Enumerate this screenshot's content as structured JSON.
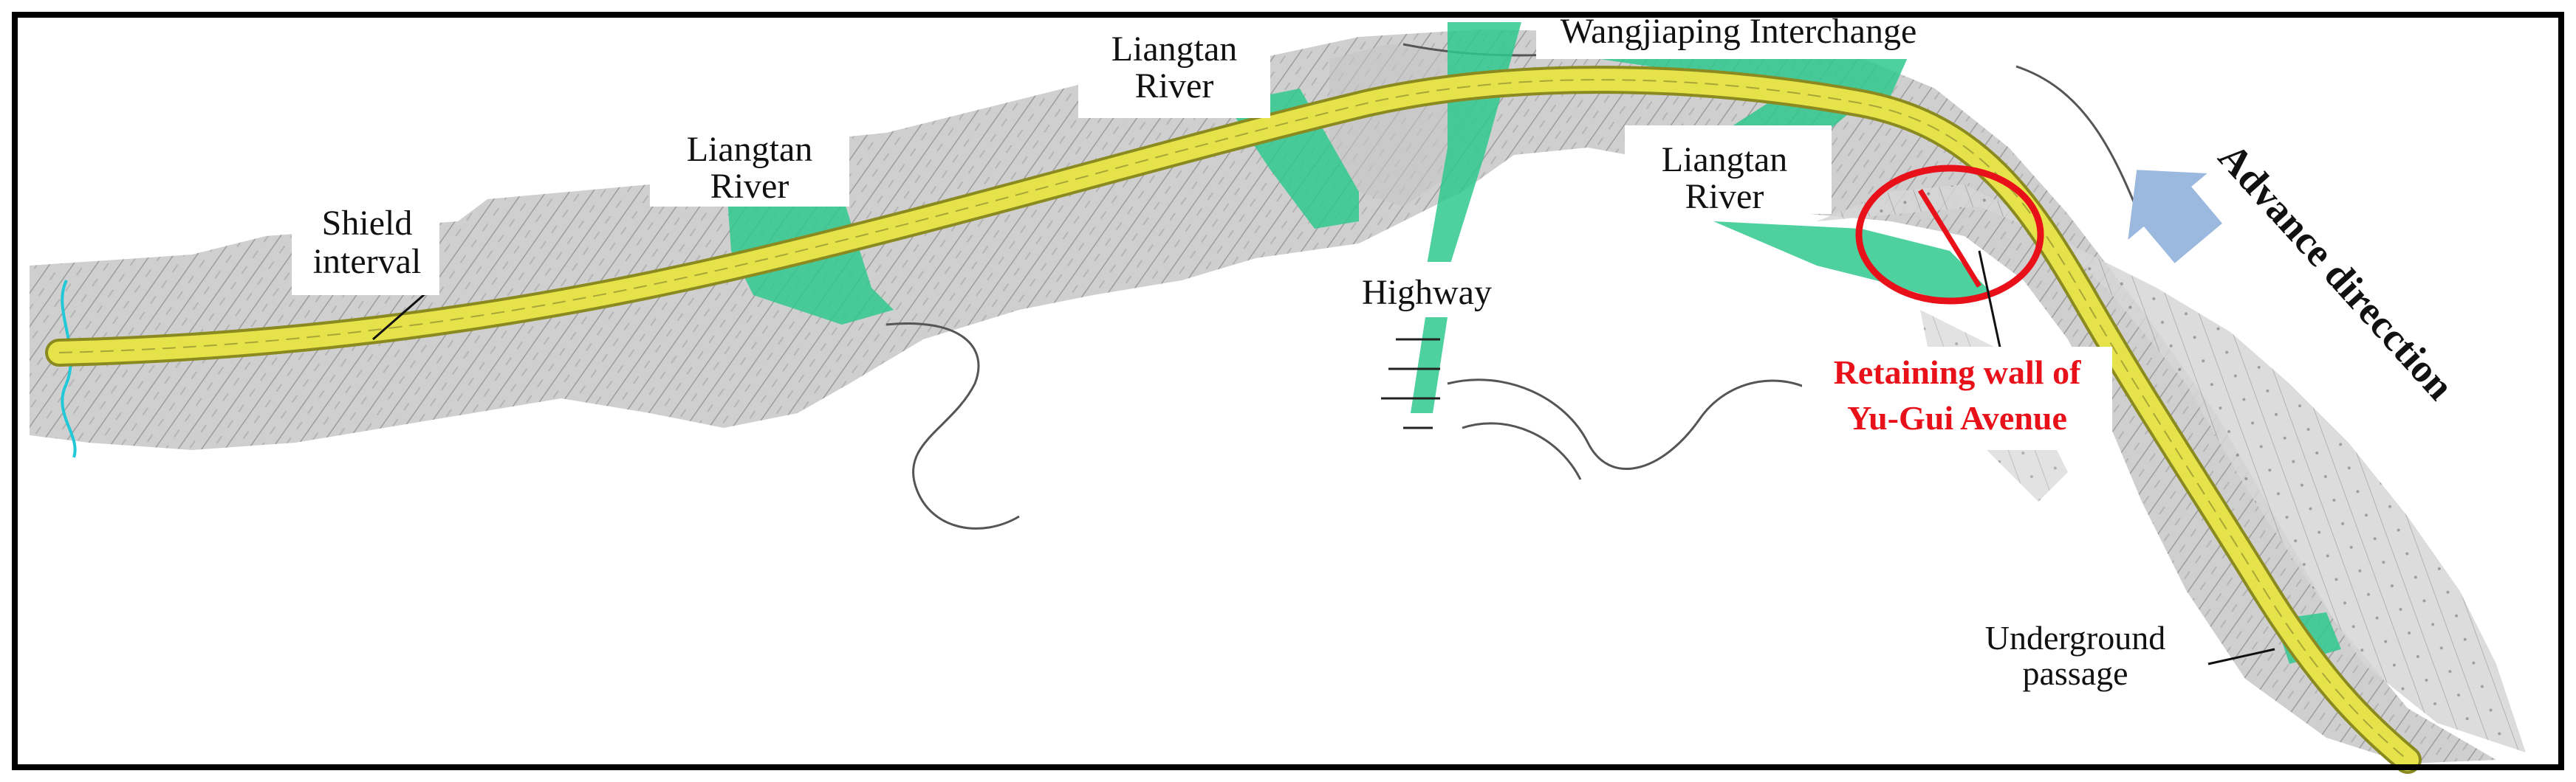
{
  "map": {
    "labels": {
      "shield_interval_1": "Shield",
      "shield_interval_2": "interval",
      "liangtan_left_1": "Liangtan",
      "liangtan_left_2": "River",
      "liangtan_top_1": "Liangtan",
      "liangtan_top_2": "River",
      "liangtan_right_1": "Liangtan",
      "liangtan_right_2": "River",
      "wangjiaping": "Wangjiaping Interchange",
      "highway": "Highway",
      "retaining_wall_1": "Retaining wall of",
      "retaining_wall_2": "Yu-Gui Avenue",
      "underground_1": "Underground",
      "underground_2": "passage",
      "advance": "Advance direcction"
    },
    "colors": {
      "frame": "#000000",
      "terrain": "#c8c8c8",
      "terrain_dark": "#9a9a9a",
      "tunnel_alignment": "#e6e34a",
      "tunnel_edge": "#8a8a20",
      "crossing_zones": "#2fc98e",
      "highlight_circle": "#e8111a",
      "advance_arrow": "#9bb9df",
      "river_line": "#20c8d8"
    }
  }
}
